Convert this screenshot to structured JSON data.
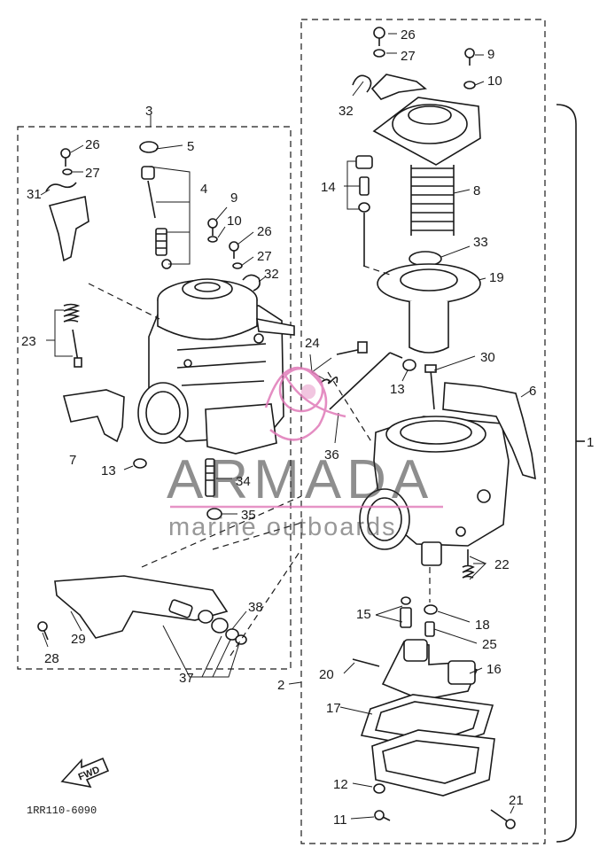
{
  "diagram": {
    "part_code": "1RR110-6090",
    "callouts": [
      "1",
      "2",
      "3",
      "4",
      "5",
      "6",
      "7",
      "8",
      "9",
      "10",
      "11",
      "12",
      "13",
      "14",
      "15",
      "16",
      "17",
      "18",
      "19",
      "20",
      "21",
      "22",
      "23",
      "24",
      "25",
      "26",
      "27",
      "28",
      "29",
      "30",
      "31",
      "32",
      "33",
      "34",
      "35",
      "36",
      "37",
      "38"
    ],
    "fwd_label": "FWD"
  },
  "watermark": {
    "brand": "ARMADA",
    "tagline": "marine outboards",
    "accent_color": "#e07ab8"
  }
}
